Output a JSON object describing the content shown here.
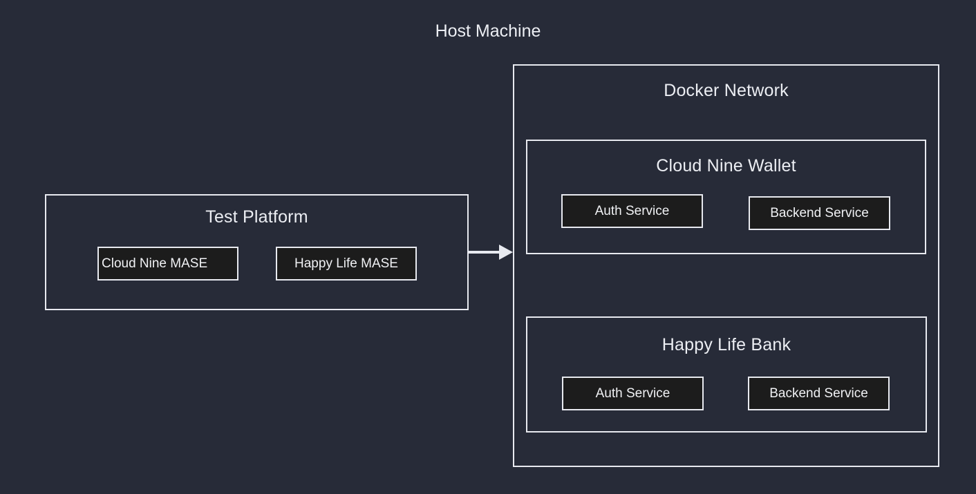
{
  "diagram": {
    "title": "Host Machine",
    "background_color": "#272b38",
    "stroke_color": "#e8eaf0",
    "node_fill_color": "#1c1c1c",
    "text_color": "#eceef3"
  },
  "test_platform": {
    "title": "Test Platform",
    "nodes": [
      {
        "label": "Cloud Nine MASE"
      },
      {
        "label": "Happy Life MASE"
      }
    ]
  },
  "docker_network": {
    "title": "Docker Network",
    "groups": [
      {
        "title": "Cloud Nine Wallet",
        "nodes": [
          {
            "label": "Auth Service"
          },
          {
            "label": "Backend Service"
          }
        ]
      },
      {
        "title": "Happy Life Bank",
        "nodes": [
          {
            "label": "Auth Service"
          },
          {
            "label": "Backend Service"
          }
        ]
      }
    ]
  },
  "connector": {
    "name": "test-platform-to-docker-network-arrow",
    "direction": "right"
  }
}
